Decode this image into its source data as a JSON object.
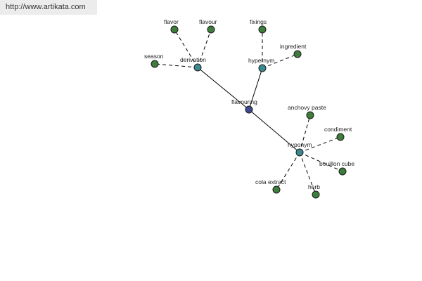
{
  "header": {
    "url": "http://www.artikata.com"
  },
  "colors": {
    "root": "#3c4a8c",
    "category": "#3c8a8f",
    "leaf": "#3f7d3c"
  },
  "graph": {
    "nodes": [
      {
        "id": "flavouring",
        "label": "flavouring",
        "kind": "root"
      },
      {
        "id": "derivation",
        "label": "derivation",
        "kind": "category"
      },
      {
        "id": "hypernym",
        "label": "hypernym",
        "kind": "category"
      },
      {
        "id": "hyponym",
        "label": "hyponym",
        "kind": "category"
      },
      {
        "id": "flavor",
        "label": "flavor",
        "kind": "leaf"
      },
      {
        "id": "flavour",
        "label": "flavour",
        "kind": "leaf"
      },
      {
        "id": "season",
        "label": "season",
        "kind": "leaf"
      },
      {
        "id": "fixings",
        "label": "fixings",
        "kind": "leaf"
      },
      {
        "id": "ingredient",
        "label": "ingredient",
        "kind": "leaf"
      },
      {
        "id": "anchovy-paste",
        "label": "anchovy paste",
        "kind": "leaf"
      },
      {
        "id": "condiment",
        "label": "condiment",
        "kind": "leaf"
      },
      {
        "id": "bouillon-cube",
        "label": "bouillon cube",
        "kind": "leaf"
      },
      {
        "id": "herb",
        "label": "herb",
        "kind": "leaf"
      },
      {
        "id": "cola-extract",
        "label": "cola extract",
        "kind": "leaf"
      }
    ],
    "edges": [
      {
        "from": "flavouring",
        "to": "derivation",
        "style": "solid"
      },
      {
        "from": "flavouring",
        "to": "hypernym",
        "style": "solid"
      },
      {
        "from": "flavouring",
        "to": "hyponym",
        "style": "solid"
      },
      {
        "from": "derivation",
        "to": "flavor",
        "style": "dashed"
      },
      {
        "from": "derivation",
        "to": "flavour",
        "style": "dashed"
      },
      {
        "from": "derivation",
        "to": "season",
        "style": "dashed"
      },
      {
        "from": "hypernym",
        "to": "fixings",
        "style": "dashed"
      },
      {
        "from": "hypernym",
        "to": "ingredient",
        "style": "dashed"
      },
      {
        "from": "hyponym",
        "to": "anchovy-paste",
        "style": "dashed"
      },
      {
        "from": "hyponym",
        "to": "condiment",
        "style": "dashed"
      },
      {
        "from": "hyponym",
        "to": "bouillon-cube",
        "style": "dashed"
      },
      {
        "from": "hyponym",
        "to": "herb",
        "style": "dashed"
      },
      {
        "from": "hyponym",
        "to": "cola-extract",
        "style": "dashed"
      }
    ]
  }
}
